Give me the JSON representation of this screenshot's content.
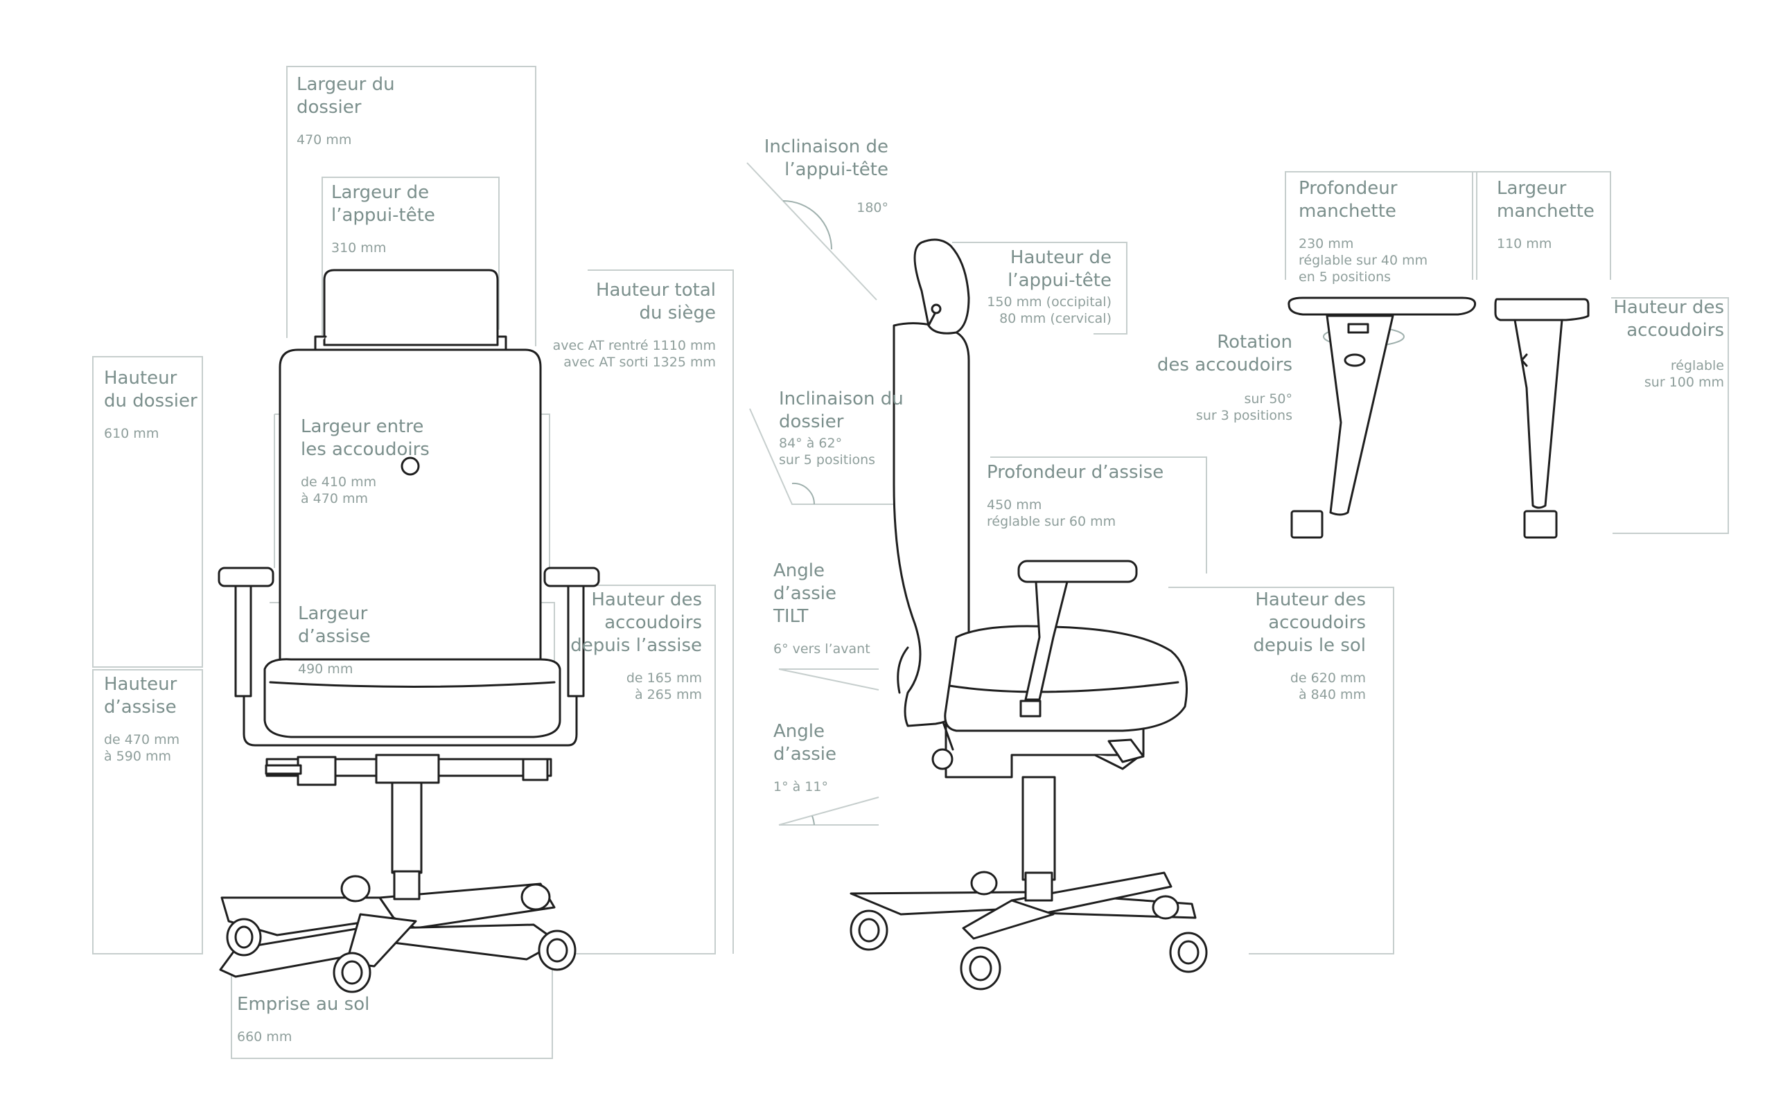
{
  "front": {
    "largeur_dossier": {
      "title": "Largeur du\ndossier",
      "value": "470 mm"
    },
    "largeur_appui_tete": {
      "title": "Largeur de\nl’appui-tête",
      "value": "310 mm"
    },
    "hauteur_total": {
      "title": "Hauteur total\ndu siège",
      "value": "avec AT rentré 1110 mm\navec AT sorti 1325 mm"
    },
    "hauteur_dossier": {
      "title": "Hauteur\ndu dossier",
      "value": "610 mm"
    },
    "largeur_accoudoirs": {
      "title": "Largeur entre\nles accoudoirs",
      "value": "de 410 mm\nà 470 mm"
    },
    "largeur_assise": {
      "title": "Largeur\nd’assise",
      "value": "490 mm"
    },
    "hauteur_accoudoirs_assise": {
      "title": "Hauteur des\naccoudoirs\ndepuis l’assise",
      "value": "de 165 mm\nà 265 mm"
    },
    "hauteur_assise": {
      "title": "Hauteur\nd’assise",
      "value": "de 470 mm\nà 590 mm"
    },
    "emprise_sol": {
      "title": "Emprise au sol",
      "value": "660 mm"
    }
  },
  "side": {
    "inclinaison_appui_tete": {
      "title": "Inclinaison de\nl’appui-tête",
      "value": "180°"
    },
    "hauteur_appui_tete": {
      "title": "Hauteur de\nl’appui-tête",
      "value": "150 mm (occipital)\n80 mm (cervical)"
    },
    "inclinaison_dossier": {
      "title": "Inclinaison du\ndossier",
      "value": "84° à 62°\nsur 5 positions"
    },
    "profondeur_assise": {
      "title": "Profondeur d’assise",
      "value": "450 mm\nréglable sur 60 mm"
    },
    "angle_tilt": {
      "title": "Angle\nd’assie\nTILT",
      "value": "6° vers l’avant"
    },
    "angle_assie": {
      "title": "Angle\nd’assie",
      "value": "1° à 11°"
    },
    "hauteur_accoudoirs_sol": {
      "title": "Hauteur des\naccoudoirs\ndepuis le sol",
      "value": "de 620 mm\nà 840 mm"
    }
  },
  "armrest": {
    "profondeur_manchette": {
      "title": "Profondeur\nmanchette",
      "value": "230 mm\nréglable sur 40 mm\nen 5 positions"
    },
    "largeur_manchette": {
      "title": "Largeur\nmanchette",
      "value": "110 mm"
    },
    "rotation": {
      "title": "Rotation\ndes accoudoirs",
      "value": "sur 50°\nsur 3 positions"
    },
    "hauteur_accoudoirs": {
      "title": "Hauteur des\naccoudoirs",
      "value": "réglable\nsur 100 mm"
    }
  },
  "colors": {
    "label_text": "#7b8f8c",
    "frame_lines": "#c6cecd",
    "chair_outline": "#1f1f1f"
  }
}
